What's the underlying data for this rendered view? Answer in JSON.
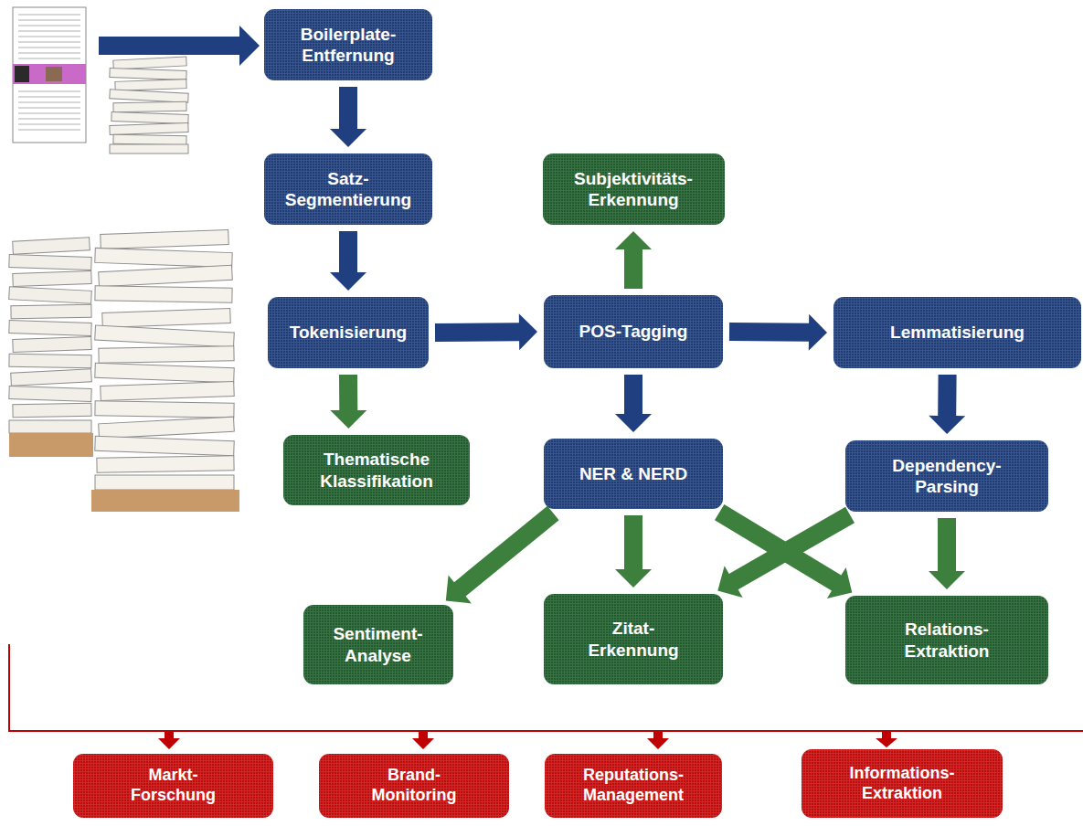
{
  "diagram": {
    "nodes": [
      {
        "text": [
          "Boilerplate- Entfernung"
        ]
      },
      {
        "text": [
          "Satz- Segmentierung"
        ]
      },
      {
        "text": [
          "Subjektivitäts- Erkennung"
        ]
      },
      {
        "text": [
          "Tokenisierung"
        ]
      },
      {
        "text": [
          "POS-Tagging"
        ]
      },
      {
        "text": [
          "Lemmatisierung"
        ]
      },
      {
        "text": [
          "Thematische Klassifikation"
        ]
      },
      {
        "text": [
          "NER & NERD"
        ]
      },
      {
        "text": [
          "Dependency- Parsing"
        ]
      },
      {
        "text": [
          "Sentiment- Analyse"
        ]
      },
      {
        "text": [
          "Zitat- Erkennung"
        ]
      },
      {
        "text": [
          "Relations- Extraktion"
        ]
      },
      {
        "text": [
          "Markt- Forschung"
        ]
      },
      {
        "text": [
          "Brand- Monitoring"
        ]
      },
      {
        "text": [
          "Reputations- Management"
        ]
      },
      {
        "text": [
          "Informations- Extraktion"
        ]
      }
    ],
    "edges": [
      {
        "from": 0,
        "to": 1,
        "arrow": "to"
      },
      {
        "from": 1,
        "to": 3,
        "arrow": "to"
      },
      {
        "from": 3,
        "to": 4,
        "arrow": "to"
      },
      {
        "from": 3,
        "to": 6,
        "arrow": "to"
      },
      {
        "from": 4,
        "to": 2,
        "arrow": "to"
      },
      {
        "from": 4,
        "to": 5,
        "arrow": "to"
      },
      {
        "from": 4,
        "to": 7,
        "arrow": "to"
      },
      {
        "from": 5,
        "to": 8,
        "arrow": "to"
      },
      {
        "from": 7,
        "to": 9,
        "arrow": "to"
      },
      {
        "from": 7,
        "to": 10,
        "arrow": "to"
      },
      {
        "from": 7,
        "to": 11,
        "arrow": "to"
      },
      {
        "from": 8,
        "to": 10,
        "arrow": "to"
      },
      {
        "from": 8,
        "to": 11,
        "arrow": "to"
      }
    ]
  }
}
